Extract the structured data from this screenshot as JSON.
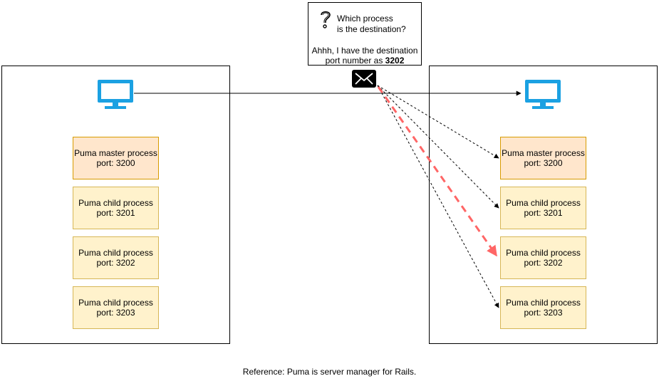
{
  "machines": {
    "left": {
      "processes": [
        {
          "name": "Puma master process",
          "port": "port: 3200",
          "kind": "master"
        },
        {
          "name": "Puma child process",
          "port": "port: 3201",
          "kind": "child"
        },
        {
          "name": "Puma child process",
          "port": "port: 3202",
          "kind": "child"
        },
        {
          "name": "Puma child process",
          "port": "port: 3203",
          "kind": "child"
        }
      ]
    },
    "right": {
      "processes": [
        {
          "name": "Puma master process",
          "port": "port: 3200",
          "kind": "master"
        },
        {
          "name": "Puma child process",
          "port": "port: 3201",
          "kind": "child"
        },
        {
          "name": "Puma child process",
          "port": "port: 3202",
          "kind": "child"
        },
        {
          "name": "Puma child process",
          "port": "port: 3203",
          "kind": "child"
        }
      ]
    }
  },
  "callout": {
    "question_line1": "Which process",
    "question_line2": "is the destination?",
    "answer_line1": "Ahhh, I have the destination",
    "answer_line2_prefix": "port number as ",
    "answer_port": "3202"
  },
  "reference": "Reference: Puma is server manager for Rails.",
  "icons": {
    "computer": "computer-icon",
    "envelope": "envelope-icon",
    "question": "question-mark-icon"
  },
  "colors": {
    "computer": "#1ba1e2",
    "master_fill": "#ffe6cc",
    "master_stroke": "#d79b00",
    "child_fill": "#fff2cc",
    "child_stroke": "#d6b656",
    "highlight_arrow": "#ff6666"
  }
}
